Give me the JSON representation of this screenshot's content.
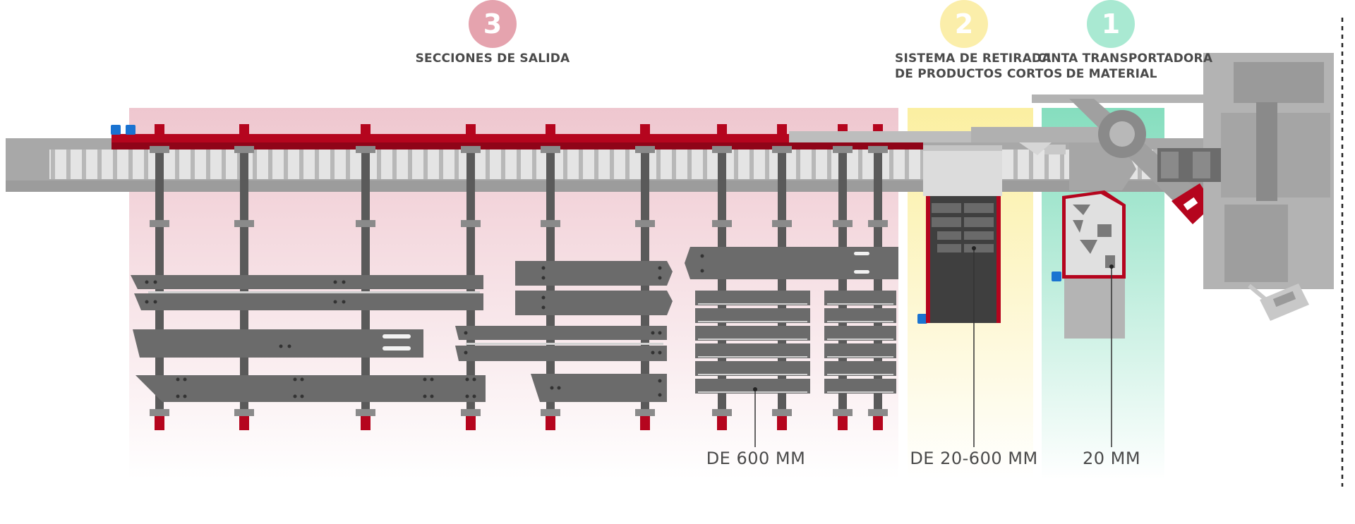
{
  "sections": [
    {
      "number": "3",
      "label_lines": [
        "SECCIONES DE SALIDA"
      ],
      "badge_color": "#e5a3ae",
      "zone_color": "#e9b4bf"
    },
    {
      "number": "2",
      "label_lines": [
        "SISTEMA DE RETIRADA",
        "DE PRODUCTOS CORTOS"
      ],
      "badge_color": "#fbeeaa",
      "zone_color": "#fbee9c"
    },
    {
      "number": "1",
      "label_lines": [
        "CINTA TRANSPORTADORA",
        "DE MATERIAL"
      ],
      "badge_color": "#a9e9d2",
      "zone_color": "#7fdcbb"
    }
  ],
  "dimensions": {
    "outlet_600": "DE 600 MM",
    "short_20_600": "DE 20-600 MM",
    "feed_20": "20 MM"
  },
  "colors": {
    "frame_red": "#b5051e",
    "steel_dark": "#616161",
    "steel_mid": "#9c9c9c",
    "steel_light": "#c2c2c2",
    "sensor_blue": "#1a73d1",
    "text": "#4a4a4a"
  }
}
